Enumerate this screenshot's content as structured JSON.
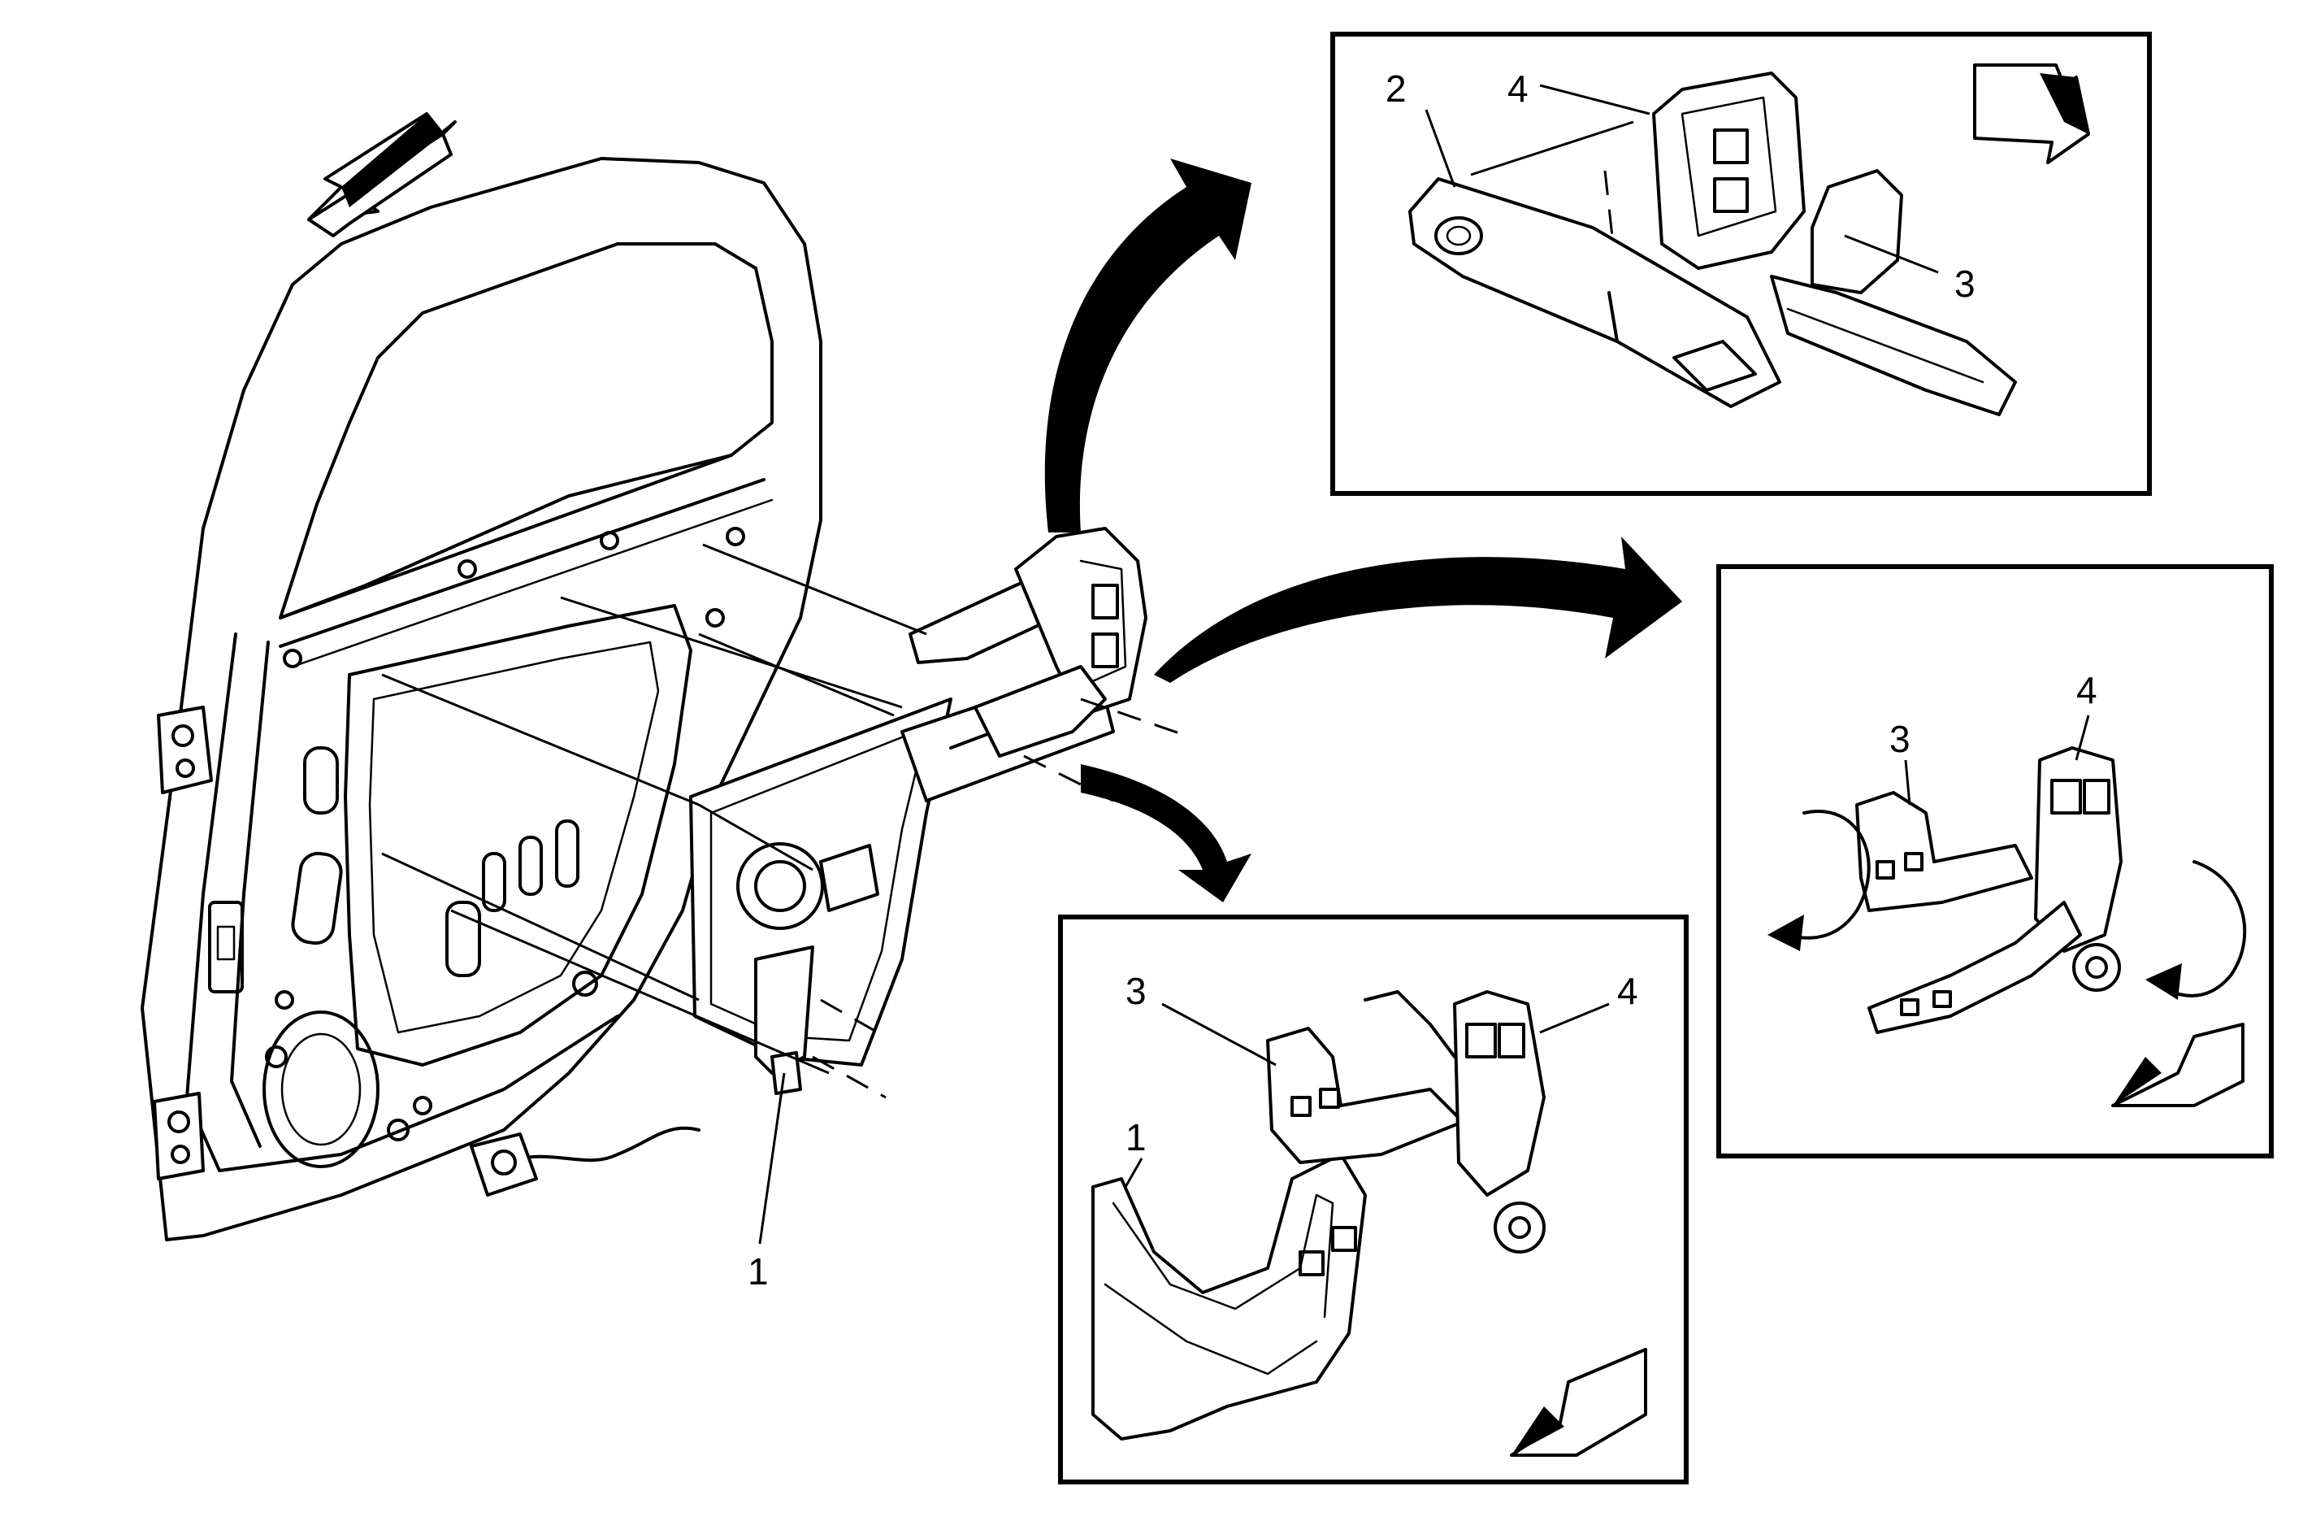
{
  "callouts": {
    "main": {
      "carrier": "1"
    },
    "top_inset": {
      "handle_bracket": "2",
      "latch": "4",
      "rod_bracket": "3"
    },
    "right_inset": {
      "rod_bracket": "3",
      "latch": "4"
    },
    "bottom_inset": {
      "rod_bracket": "3",
      "carrier": "1",
      "latch": "4"
    }
  },
  "icons": {
    "direction_arrows": "forward-arrow-icon",
    "rotation_arrows": "rotate-arrow-icon",
    "transition_arrows": "curved-arrow-icon"
  },
  "colors": {
    "line": "#000000",
    "background": "#ffffff"
  }
}
